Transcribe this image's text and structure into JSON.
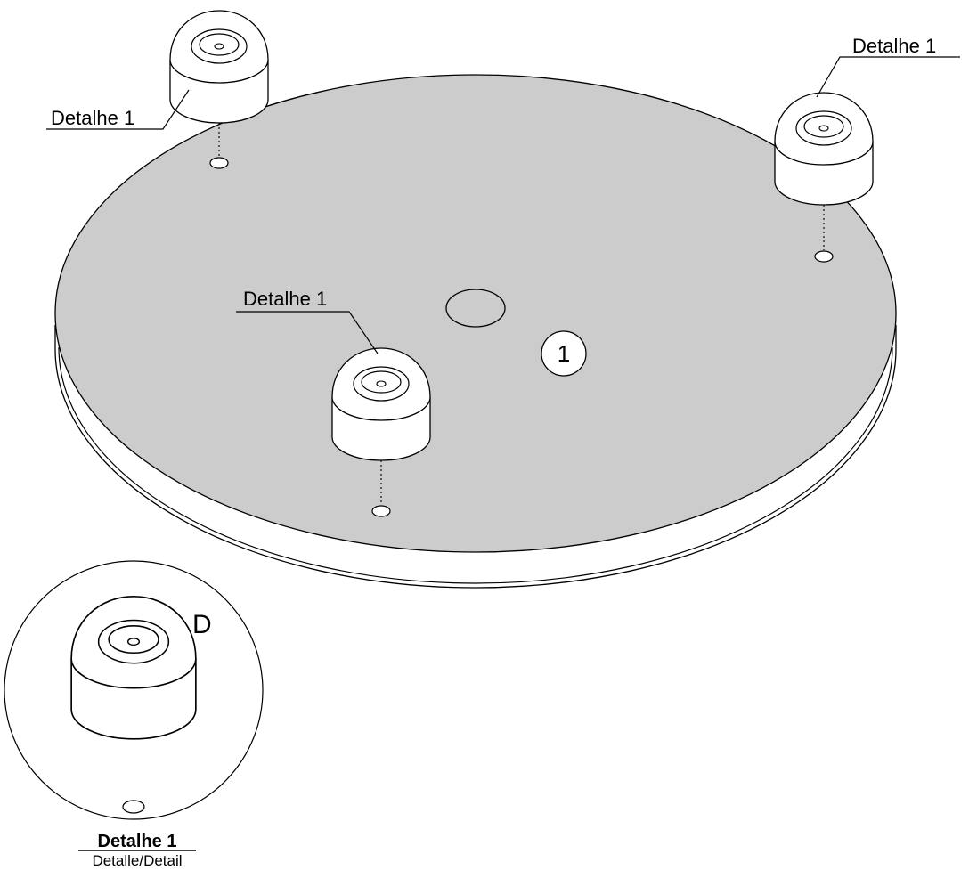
{
  "callouts": {
    "detail_top_left": "Detalhe 1",
    "detail_top_right": "Detalhe 1",
    "detail_center": "Detalhe 1"
  },
  "part_number": "1",
  "detail_view": {
    "letter": "D",
    "title": "Detalhe 1",
    "subtitle": "Detalle/Detail"
  },
  "colors": {
    "plate_top": "#cccccc",
    "line": "#000000",
    "background": "#ffffff"
  }
}
